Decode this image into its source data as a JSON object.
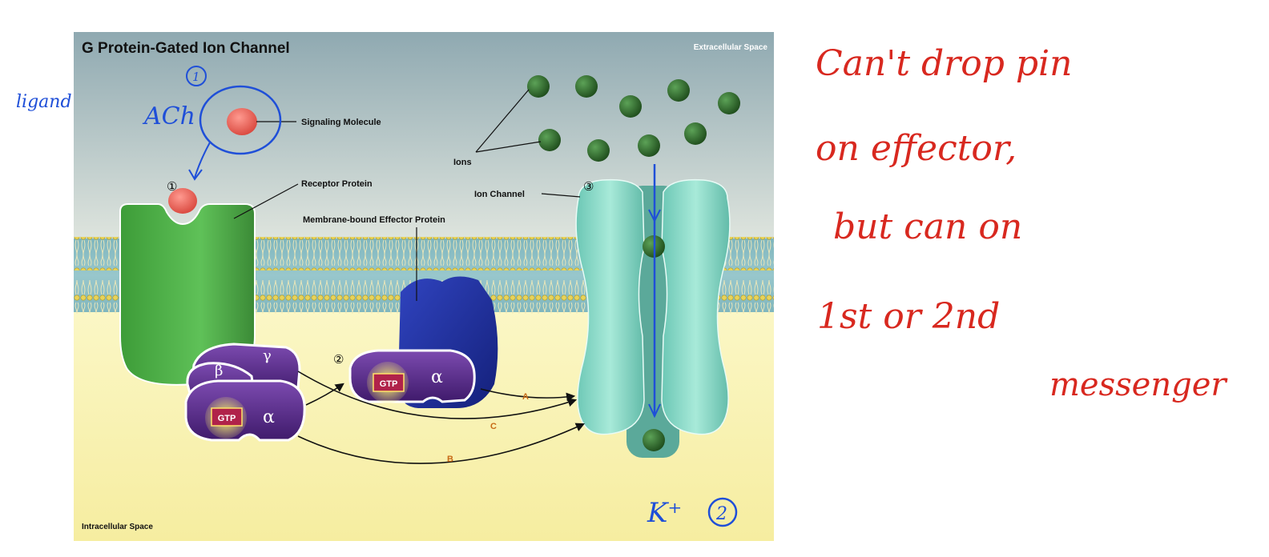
{
  "diagram": {
    "title": "G Protein-Gated Ion Channel",
    "region_labels": {
      "extracellular": "Extracellular Space",
      "intracellular": "Intracellular Space"
    },
    "callouts": {
      "signaling_molecule": "Signaling Molecule",
      "receptor_protein": "Receptor Protein",
      "effector_protein": "Membrane-bound Effector Protein",
      "ions": "Ions",
      "ion_channel": "Ion Channel"
    },
    "step_markers": [
      "①",
      "②",
      "③"
    ],
    "subunits": {
      "beta": "β",
      "gamma": "γ",
      "alpha": "α",
      "gtp": "GTP"
    },
    "pathways": [
      "A",
      "C",
      "B"
    ]
  },
  "handwriting": {
    "left_annotations": {
      "ligand": "ligand",
      "ach": "ACh",
      "ach_number": "1",
      "ion_label": "K⁺",
      "ion_number": "2"
    },
    "note_lines": [
      "Can't drop pin",
      "on effector,",
      "but can on",
      "1st or 2nd",
      "messenger"
    ]
  },
  "colors": {
    "ink_blue": "#1f4fd8",
    "ink_red": "#d8281f",
    "receptor_green": "#4fb34a",
    "effector_blue": "#1e2fa5",
    "channel_teal": "#7fd6c4",
    "gprotein_purple": "#5b2a8c",
    "gtp_red": "#b0224a",
    "ion_green": "#2f6e2a"
  }
}
